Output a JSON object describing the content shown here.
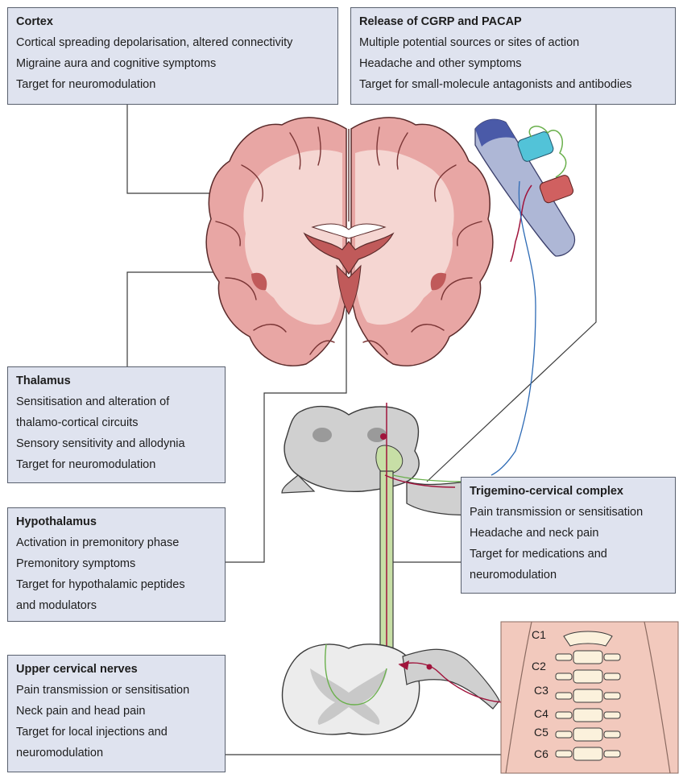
{
  "boxes": {
    "cortex": {
      "title": "Cortex",
      "lines": [
        "Cortical spreading depolarisation, altered connectivity",
        "Migraine aura and cognitive symptoms",
        "Target for neuromodulation"
      ]
    },
    "release": {
      "title": "Release of CGRP and PACAP",
      "lines": [
        "Multiple potential sources or sites of action",
        "Headache and other symptoms",
        "Target for small-molecule antagonists and antibodies"
      ]
    },
    "thalamus": {
      "title": "Thalamus",
      "lines": [
        "Sensitisation and alteration of",
        "thalamo-cortical circuits",
        "Sensory sensitivity and allodynia",
        "Target for neuromodulation"
      ]
    },
    "hypothalamus": {
      "title": "Hypothalamus",
      "lines": [
        "Activation in premonitory phase",
        "Premonitory symptoms",
        "Target for hypothalamic peptides",
        "and modulators"
      ]
    },
    "trigemino": {
      "title": "Trigemino-cervical complex",
      "lines": [
        "Pain transmission or sensitisation",
        "Headache and neck pain",
        "Target for medications and",
        "neuromodulation"
      ]
    },
    "cervical": {
      "title": "Upper cervical nerves",
      "lines": [
        "Pain transmission or sensitisation",
        "Neck pain and head pain",
        "Target for local injections and",
        "neuromodulation"
      ]
    }
  },
  "vertebra_labels": [
    "C1",
    "C2",
    "C3",
    "C4",
    "C5",
    "C6"
  ],
  "colors": {
    "box_fill": "#dfe3ef",
    "brain_pink": "#e8a6a4",
    "brain_light": "#f5d6d2",
    "ventricle": "#c05a5a",
    "nerve_red": "#a0143c",
    "nerve_green": "#6ab04c",
    "nerve_blue": "#2e6bb5",
    "brainstem_gray": "#d0d0d0",
    "tract_green": "#c7dfa6",
    "skin": "#f2c9bd"
  }
}
